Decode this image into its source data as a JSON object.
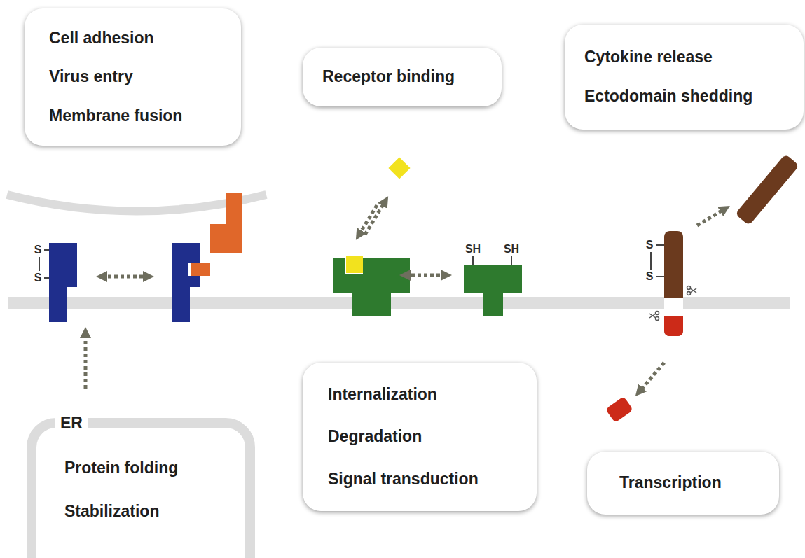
{
  "diagram": {
    "nodes": [
      {
        "text": [
          "Cell adhesion",
          "Virus entry",
          "Membrane fusion"
        ]
      },
      {
        "text": [
          "Receptor binding"
        ]
      },
      {
        "text": [
          "Cytokine release",
          "Ectodomain shedding"
        ]
      },
      {
        "text": [
          "ER",
          "Protein folding",
          "Stabilization"
        ]
      },
      {
        "text": [
          "Internalization",
          "Degradation",
          "Signal transduction"
        ]
      },
      {
        "text": [
          "Transcription"
        ]
      }
    ],
    "labels": [
      "S",
      "S",
      "SH",
      "SH",
      "S",
      "S"
    ]
  }
}
